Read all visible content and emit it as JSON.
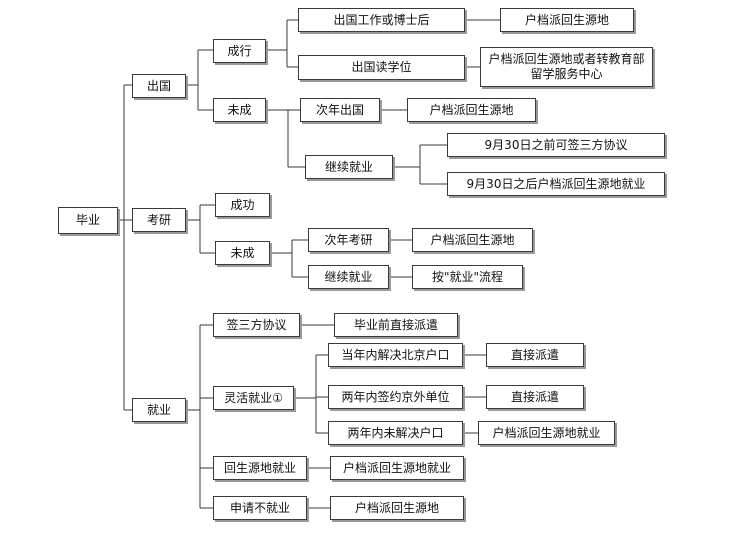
{
  "root": "毕业",
  "abroad": {
    "label": "出国",
    "success": {
      "label": "成行",
      "work_or_postdoc": {
        "label": "出国工作或博士后",
        "result": "户档派回生源地"
      },
      "study": {
        "label": "出国读学位",
        "result": "户档派回生源地或者转教育部\n留学服务中心"
      }
    },
    "failed": {
      "label": "未成",
      "next_year": {
        "label": "次年出国",
        "result": "户档派回生源地"
      },
      "continue_job": {
        "label": "继续就业",
        "before_sep30": "9月30日之前可签三方协议",
        "after_sep30": "9月30日之后户档派回生源地就业"
      }
    }
  },
  "postgrad_exam": {
    "label": "考研",
    "success": {
      "label": "成功"
    },
    "failed": {
      "label": "未成",
      "next_year": {
        "label": "次年考研",
        "result": "户档派回生源地"
      },
      "continue_job": {
        "label": "继续就业",
        "result": "按\"就业\"流程"
      }
    }
  },
  "employment": {
    "label": "就业",
    "tripartite": {
      "label": "签三方协议",
      "result": "毕业前直接派遣"
    },
    "flexible": {
      "label": "灵活就业①",
      "beijing_hukou": {
        "label": "当年内解决北京户口",
        "result": "直接派遣"
      },
      "outside_unit": {
        "label": "两年内签约京外单位",
        "result": "直接派遣"
      },
      "unresolved": {
        "label": "两年内未解决户口",
        "result": "户档派回生源地就业"
      }
    },
    "hometown": {
      "label": "回生源地就业",
      "result": "户档派回生源地就业"
    },
    "not_employed": {
      "label": "申请不就业",
      "result": "户档派回生源地"
    }
  }
}
